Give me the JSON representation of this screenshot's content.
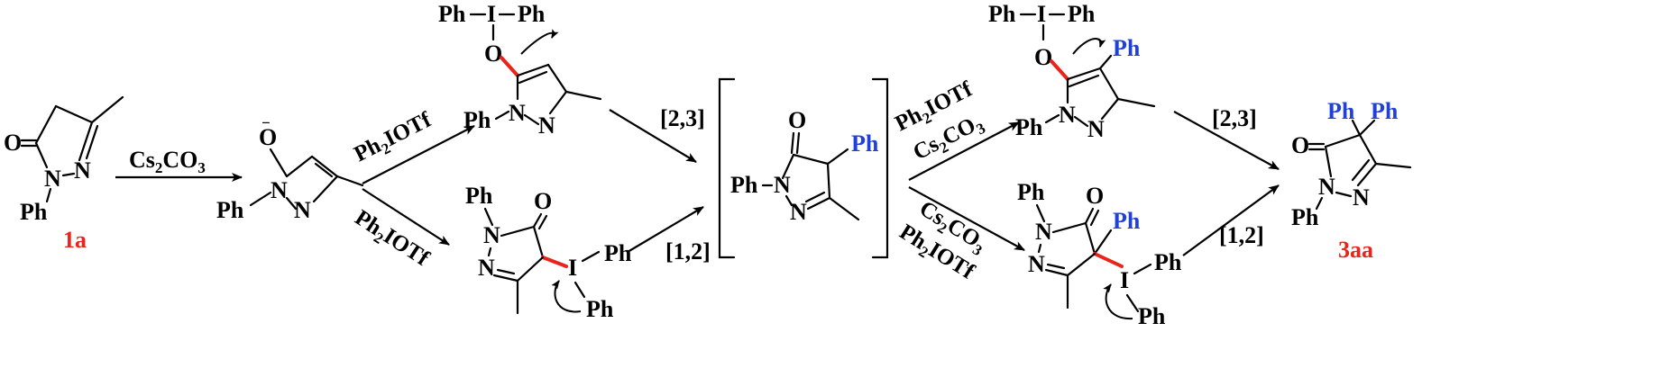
{
  "colors": {
    "highlight_bond": "#e8241c",
    "compound_label": "#e8241c",
    "migrated_phenyl": "#1f3fe0",
    "ink": "#000000",
    "background": "#ffffff"
  },
  "atoms": {
    "O": "O",
    "N": "N",
    "I": "I",
    "Ph": "Ph",
    "minus": "−"
  },
  "labels": {
    "start": "1a",
    "product": "3aa"
  },
  "reagents": {
    "cs2co3_main": "Cs",
    "cs2co3_main_sub": "2",
    "cs2co3_main_tail": "CO",
    "cs2co3_main_sub2": "3",
    "ph2iotf_upper_a": "Ph",
    "ph2iotf_upper_sub": "2",
    "ph2iotf_upper_b": "IOTf",
    "ph2iotf_lower_a": "Ph",
    "ph2iotf_lower_sub": "2",
    "ph2iotf_lower_b": "IOTf",
    "step2_upper_l1_a": "Ph",
    "step2_upper_l1_sub": "2",
    "step2_upper_l1_b": "IOTf",
    "step2_upper_l2_a": "Cs",
    "step2_upper_l2_sub": "2",
    "step2_upper_l2_b": "CO",
    "step2_upper_l2_sub2": "3",
    "step2_lower_l1_a": "Cs",
    "step2_lower_l1_sub": "2",
    "step2_lower_l1_b": "CO",
    "step2_lower_l1_sub2": "3",
    "step2_lower_l2_a": "Ph",
    "step2_lower_l2_sub": "2",
    "step2_lower_l2_b": "IOTf"
  },
  "shifts": {
    "s23_first": "[2,3]",
    "s12_first": "[1,2]",
    "s23_second": "[2,3]",
    "s12_second": "[1,2]"
  }
}
